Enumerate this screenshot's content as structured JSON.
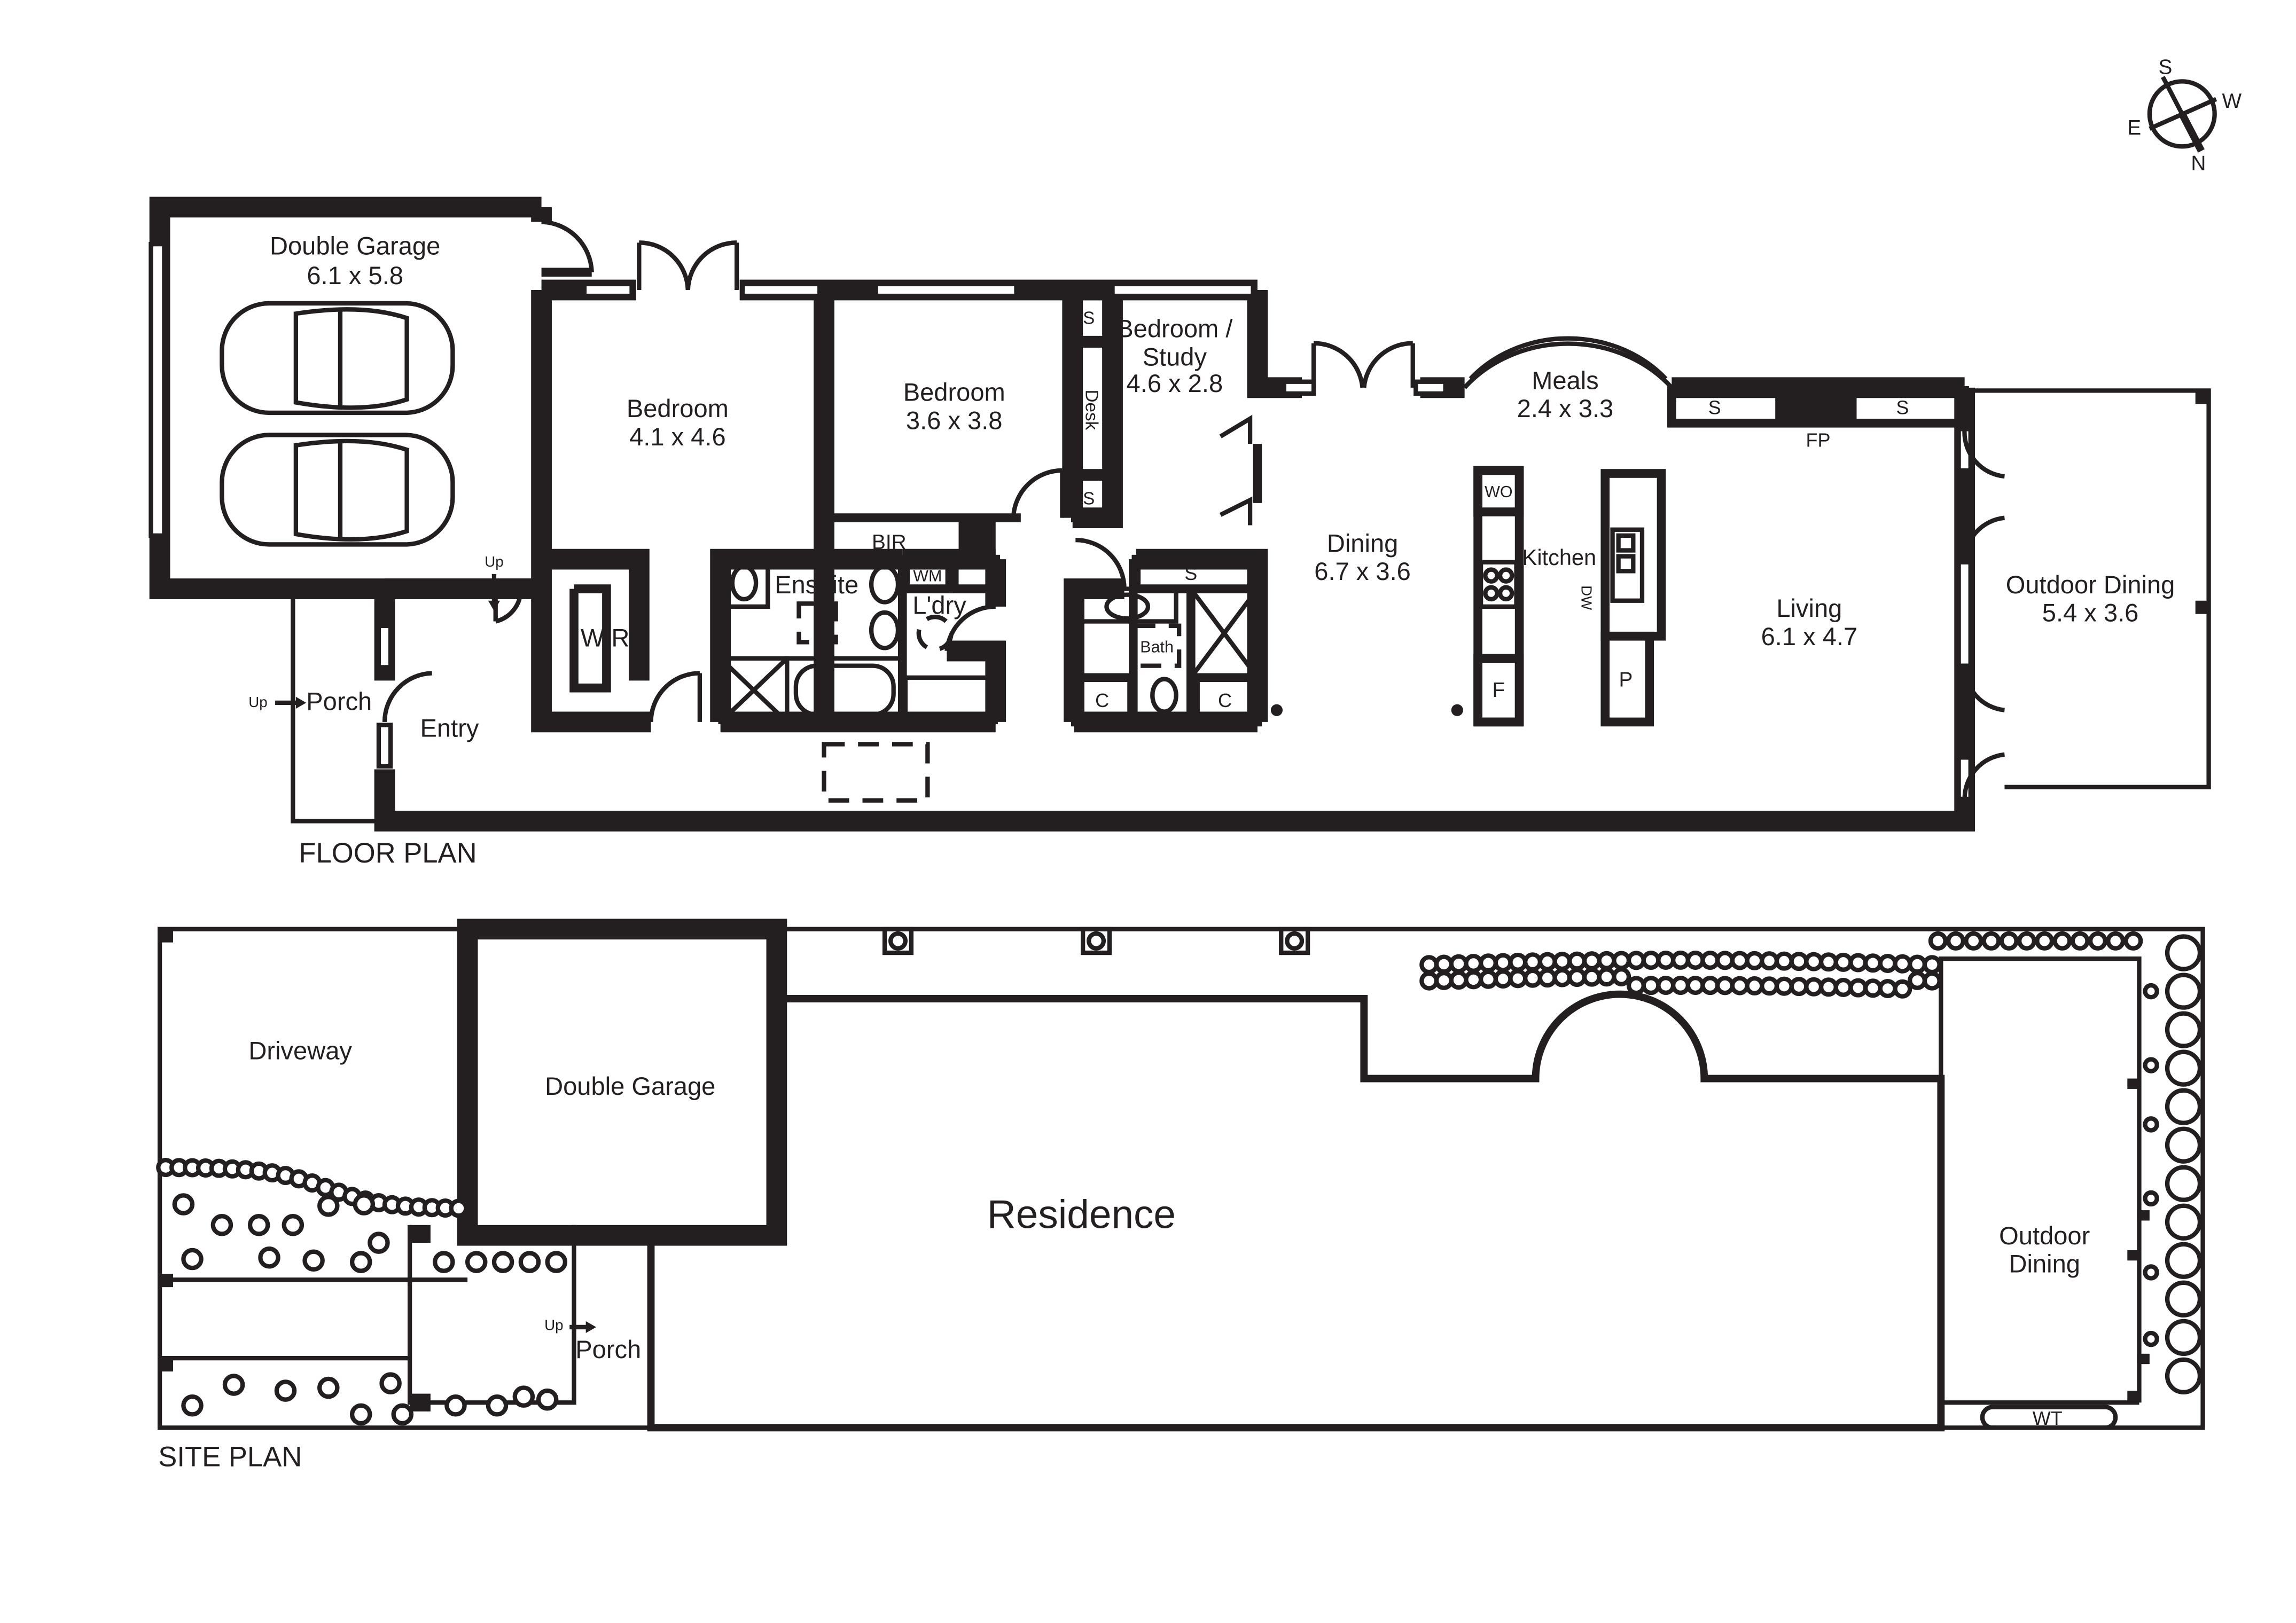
{
  "compass": {
    "s": "S",
    "w": "W",
    "e": "E",
    "n": "N"
  },
  "floor_plan": {
    "title": "FLOOR PLAN",
    "rooms": {
      "garage_name": "Double Garage",
      "garage_dim": "6.1 x 5.8",
      "bed1_name": "Bedroom",
      "bed1_dim": "4.1 x 4.6",
      "bed2_name": "Bedroom",
      "bed2_dim": "3.6 x 3.8",
      "study_name_1": "Bedroom /",
      "study_name_2": "Study",
      "study_dim": "4.6 x 2.8",
      "meals_name": "Meals",
      "meals_dim": "2.4 x 3.3",
      "dining_name": "Dining",
      "dining_dim": "6.7 x 3.6",
      "living_name": "Living",
      "living_dim": "6.1 x 4.7",
      "outdoor_name": "Outdoor Dining",
      "outdoor_dim": "5.4 x 3.6",
      "kitchen": "Kitchen",
      "ensuite": "Ensuite",
      "laundry": "L'dry",
      "wir": "WIR",
      "bir": "BIR",
      "porch": "Porch",
      "entry": "Entry",
      "bath": "Bath",
      "desk": "Desk",
      "wm": "WM",
      "wo": "WO",
      "dw": "DW",
      "fridge": "F",
      "pantry": "P",
      "fireplace": "FP",
      "shelf": "S",
      "cupboard": "C",
      "up": "Up"
    }
  },
  "site_plan": {
    "title": "SITE PLAN",
    "driveway": "Driveway",
    "garage": "Double Garage",
    "residence": "Residence",
    "outdoor_1": "Outdoor",
    "outdoor_2": "Dining",
    "porch": "Porch",
    "up": "Up",
    "water_tank": "WT"
  }
}
